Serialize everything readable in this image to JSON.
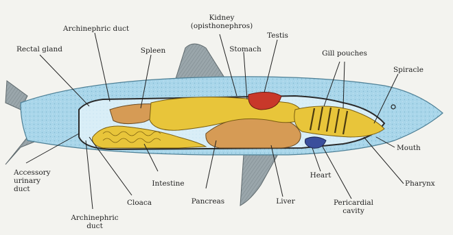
{
  "labels": {
    "archinephric_duct_top": "Archinephric duct",
    "kidney_line1": "Kidney",
    "kidney_line2": "(opisthonephros)",
    "rectal_gland": "Rectal gland",
    "spleen": "Spleen",
    "stomach": "Stomach",
    "testis": "Testis",
    "gill_pouches": "Gill pouches",
    "spiracle": "Spiracle",
    "mouth": "Mouth",
    "pharynx": "Pharynx",
    "heart": "Heart",
    "pericardial_line1": "Pericardial",
    "pericardial_line2": "cavity",
    "liver": "Liver",
    "pancreas": "Pancreas",
    "intestine": "Intestine",
    "cloaca": "Cloaca",
    "accessory_line1": "Accessory",
    "accessory_line2": "urinary",
    "accessory_line3": "duct",
    "archinephric_bottom_line1": "Archinephric",
    "archinephric_bottom_line2": "duct"
  },
  "colors": {
    "background": "#f3f3ef",
    "shark_skin": "#a9d6ea",
    "body_cavity": "#d9eef7",
    "cavity_outline": "#2a2a2a",
    "intestine_yellow": "#e8c53a",
    "liver_tan": "#d69b55",
    "testis_red": "#c8382a",
    "heart_blue": "#3a4f9c",
    "fin_gray": "#8e9aa0"
  }
}
